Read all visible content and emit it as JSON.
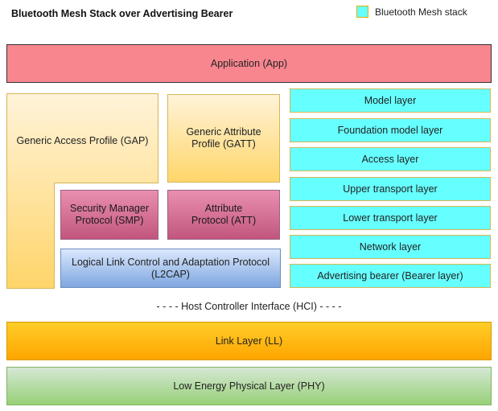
{
  "title": "Bluetooth Mesh Stack over Advertising Bearer",
  "legend": {
    "label": "Bluetooth Mesh stack",
    "swatch_color": "#66ffff"
  },
  "layers": {
    "app": "Application (App)",
    "gap": "Generic Access Profile (GAP)",
    "gatt": "Generic Attribute Profile (GATT)",
    "smp": "Security Manager Protocol (SMP)",
    "att": "Attribute Protocol (ATT)",
    "l2cap": "Logical Link Control and Adaptation Protocol (L2CAP)",
    "hci": "- - - - Host Controller Interface (HCI) - - - -",
    "ll": "Link Layer (LL)",
    "phy": "Low Energy Physical Layer (PHY)"
  },
  "mesh_layers": [
    "Model layer",
    "Foundation model layer",
    "Access layer",
    "Upper transport layer",
    "Lower transport layer",
    "Network layer",
    "Advertising bearer (Bearer layer)"
  ],
  "colors": {
    "app": "#f8868f",
    "gap_gatt": "#ffd966",
    "smp_att": "#c2567d",
    "l2cap": "#7ea6e0",
    "mesh": "#66ffff",
    "link_layer": "#ffa500",
    "phy": "#97d077"
  }
}
